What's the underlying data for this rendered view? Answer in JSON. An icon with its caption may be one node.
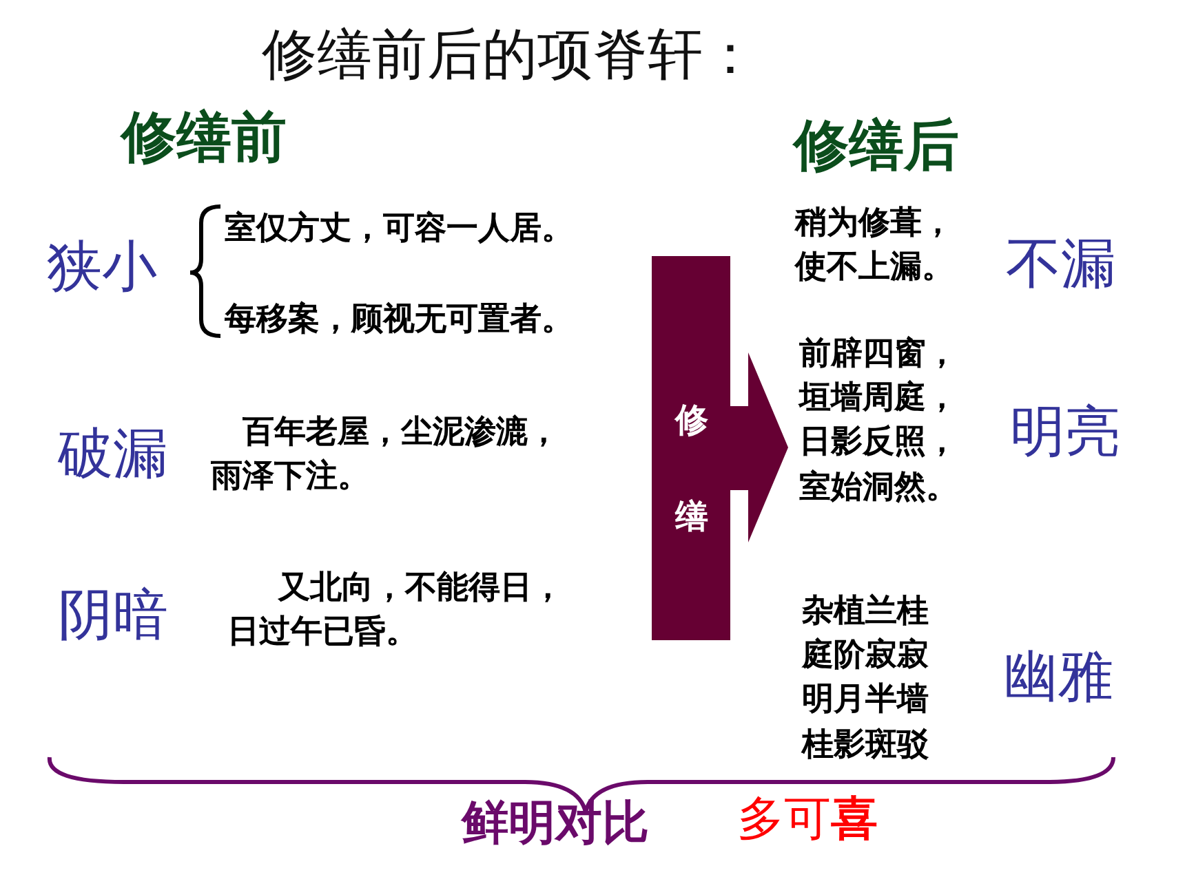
{
  "diagram": {
    "title": "修缮前后的项脊轩：",
    "nodes": [
      {
        "text": [
          "修缮"
        ]
      }
    ],
    "labels": [
      "修缮前",
      "修缮后",
      "狭小",
      "室仅方丈，可容一人居。",
      "每移案，顾视无可置者。",
      "稍为修葺，使不上漏。",
      "不漏",
      "前辟四窗，垣墙周庭，日影反照，室始洞然。",
      "破漏",
      "百年老屋，尘泥渗漉，雨泽下注。",
      "明亮",
      "阴暗",
      "又北向，不能得日，日过午已昏。",
      "杂植兰桂庭阶寂寂明月半墙桂影斑驳",
      "幽雅",
      "鲜明对比",
      "多可**喜**"
    ]
  }
}
